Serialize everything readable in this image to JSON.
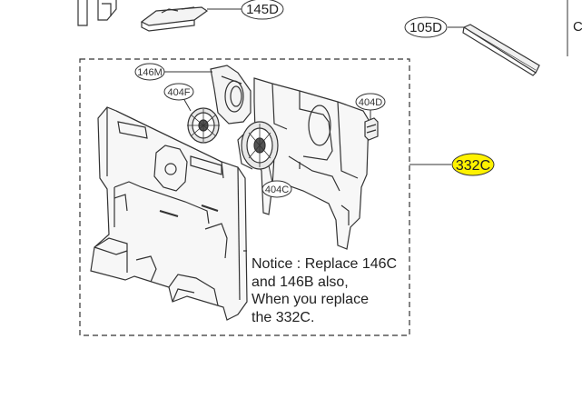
{
  "callouts": {
    "c145d": "145D",
    "c105d": "105D",
    "c332c": "332C",
    "c146m": "146M",
    "c404f": "404F",
    "c404d": "404D",
    "c404c": "404C",
    "edge_letter": "C"
  },
  "notice": {
    "line1": "Notice : Replace 146C",
    "line2": "and 146B also,",
    "line3": "When you replace",
    "line4": "the 332C."
  },
  "colors": {
    "highlight": "#fff200",
    "line": "#333333"
  }
}
